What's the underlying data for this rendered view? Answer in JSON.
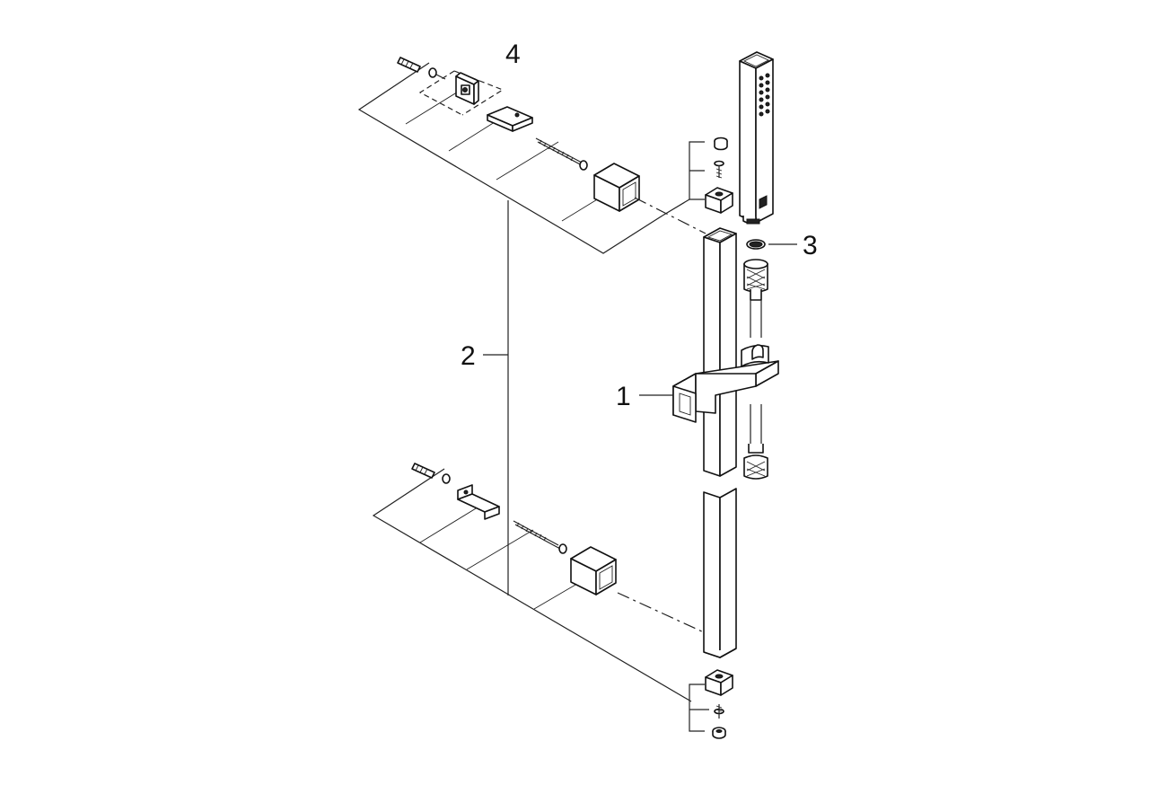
{
  "diagram": {
    "callouts": [
      {
        "id": "1",
        "label": "1"
      },
      {
        "id": "2",
        "label": "2"
      },
      {
        "id": "3",
        "label": "3"
      },
      {
        "id": "4",
        "label": "4"
      }
    ]
  }
}
